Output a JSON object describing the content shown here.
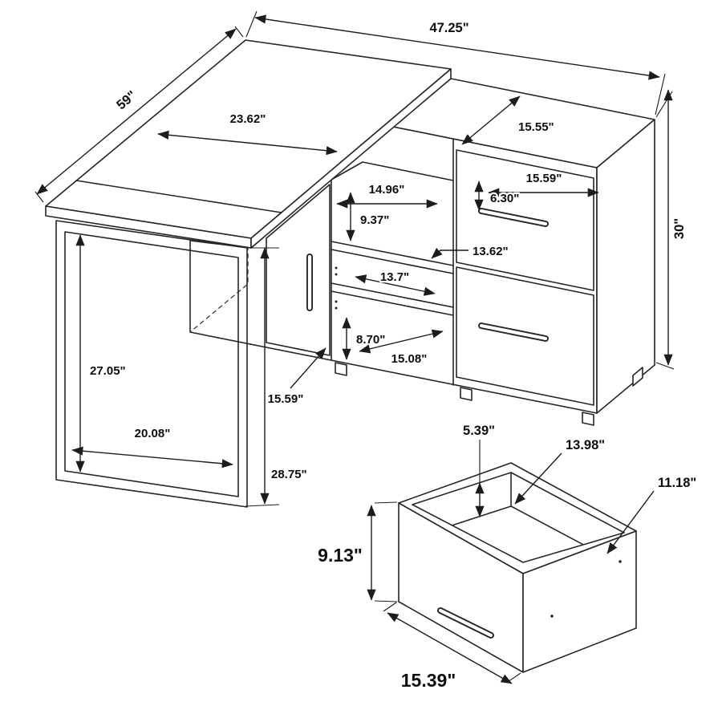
{
  "desk": {
    "dim_total_width": "47.25\"",
    "dim_depth": "59\"",
    "dim_desktop_section": "23.62\"",
    "dim_cabinet_top_depth": "15.55\"",
    "dim_drawer_section_width": "15.59\"",
    "dim_top_rail_height": "6.30\"",
    "dim_shelf_section_width": "14.96\"",
    "dim_top_cubby_height": "9.37\"",
    "dim_drawer_width": "13.62\"",
    "dim_shelf_width": "13.7\"",
    "dim_cabinet_height": "30\"",
    "dim_leg_inner_height": "27.05\"",
    "dim_bottom_cubby_height": "8.70\"",
    "dim_bottom_cubby_depth": "15.08\"",
    "dim_door_width": "15.59\"",
    "dim_leg_inner_width": "20.08\"",
    "dim_underdesk_height": "28.75\""
  },
  "drawer_detail": {
    "dim_inner_depth": "5.39\"",
    "dim_inner_length": "13.98\"",
    "dim_inner_width": "11.18\"",
    "dim_height": "9.13\"",
    "dim_front_width": "15.39\""
  }
}
